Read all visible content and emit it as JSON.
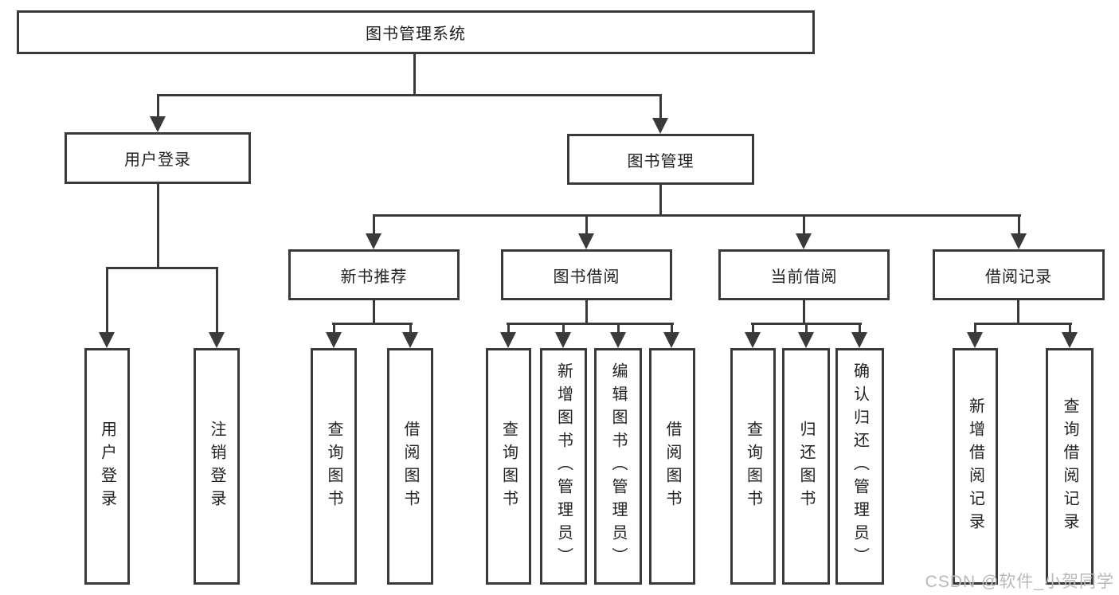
{
  "diagram": {
    "root": {
      "label": "图书管理系统"
    },
    "branches": [
      {
        "label": "用户登录",
        "children": [
          {
            "label": "用户登录"
          },
          {
            "label": "注销登录"
          }
        ]
      },
      {
        "label": "图书管理",
        "children": [
          {
            "label": "新书推荐",
            "children": [
              {
                "label": "查询图书"
              },
              {
                "label": "借阅图书"
              }
            ]
          },
          {
            "label": "图书借阅",
            "children": [
              {
                "label": "查询图书"
              },
              {
                "label": "新增图书（管理员）"
              },
              {
                "label": "编辑图书（管理员）"
              },
              {
                "label": "借阅图书"
              }
            ]
          },
          {
            "label": "当前借阅",
            "children": [
              {
                "label": "查询图书"
              },
              {
                "label": "归还图书"
              },
              {
                "label": "确认归还（管理员）"
              }
            ]
          },
          {
            "label": "借阅记录",
            "children": [
              {
                "label": "新增借阅记录"
              },
              {
                "label": "查询借阅记录"
              }
            ]
          }
        ]
      }
    ]
  },
  "watermark": {
    "text": "CSDN @软件_小贺同学"
  },
  "colors": {
    "line": "#3a3a3a",
    "text": "#222222",
    "watermark": "#b9b9b9",
    "background": "#ffffff"
  }
}
